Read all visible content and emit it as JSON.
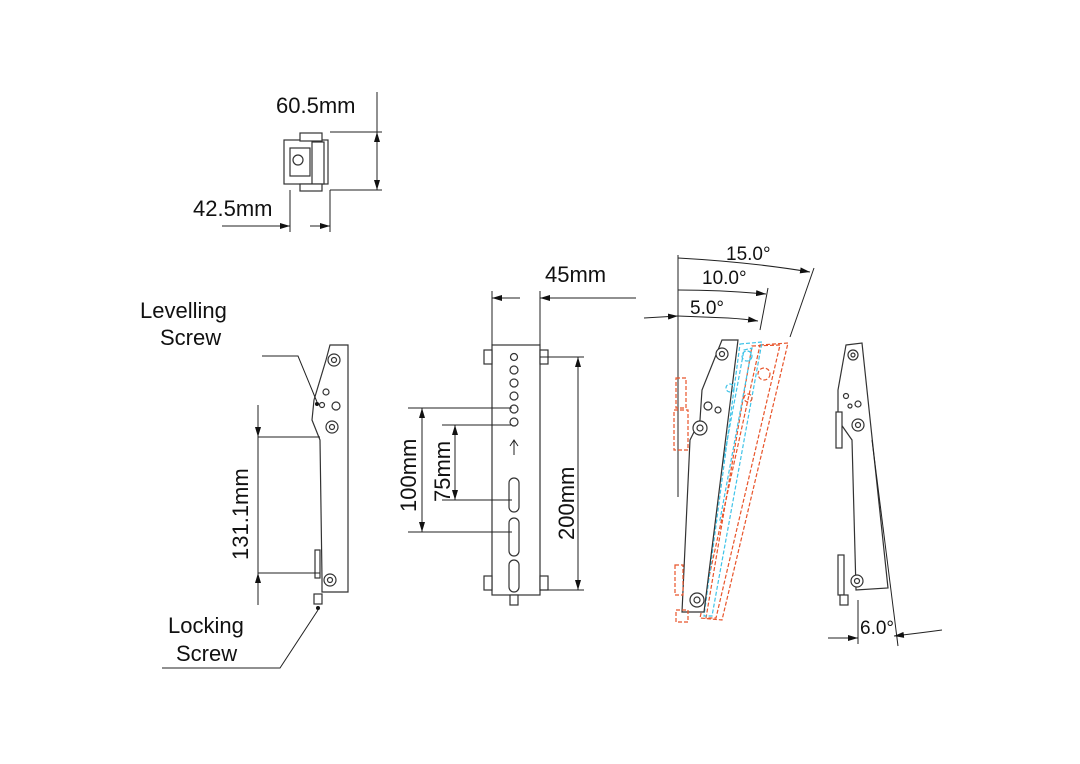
{
  "top_view": {
    "height_dim": "60.5mm",
    "width_dim": "42.5mm"
  },
  "side_view": {
    "levelling_line1": "Levelling",
    "levelling_line2": "Screw",
    "height_dim": "131.1mm",
    "locking_line1": "Locking",
    "locking_line2": "Screw"
  },
  "front_view": {
    "width_dim": "45mm",
    "dim_100": "100mm",
    "dim_75": "75mm",
    "dim_200": "200mm"
  },
  "tilt_view": {
    "angle_15": "15.0°",
    "angle_10": "10.0°",
    "angle_5": "5.0°"
  },
  "tilted_side_view": {
    "angle_6": "6.0°"
  },
  "colors": {
    "tilt_5": "#3fc3e8",
    "tilt_15": "#e8542a"
  }
}
